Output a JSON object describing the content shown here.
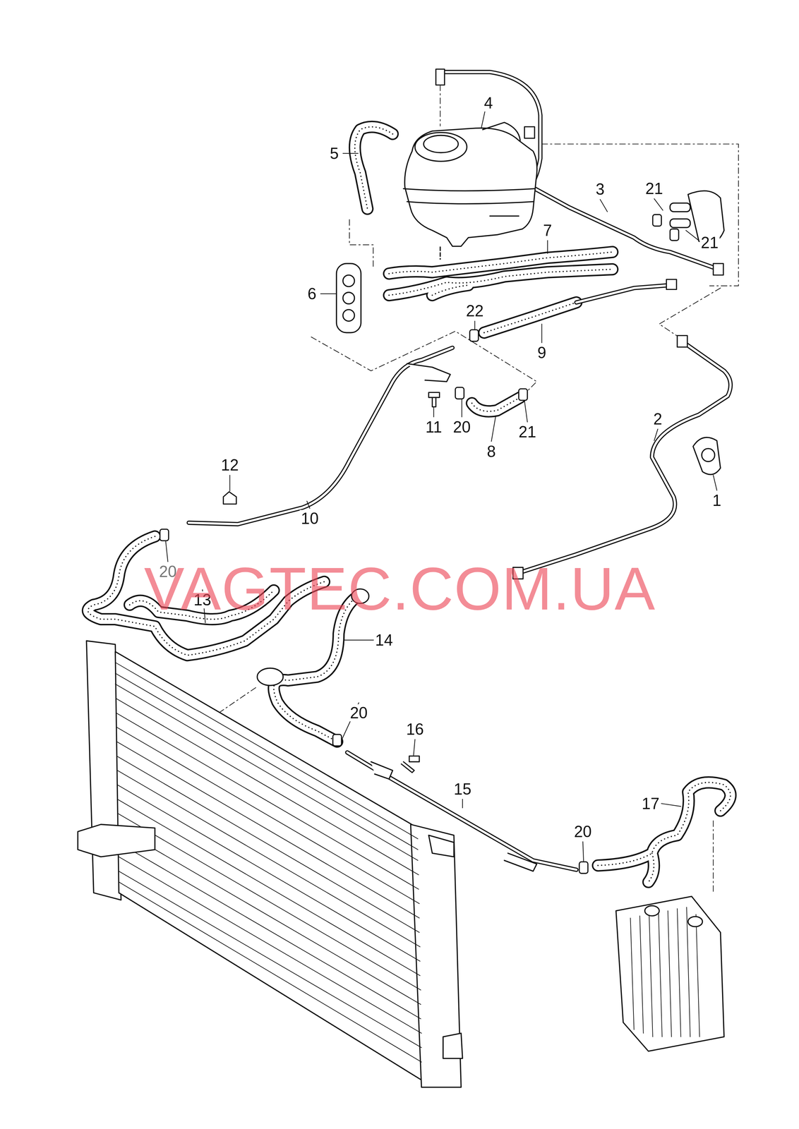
{
  "diagram": {
    "labels": [
      "4",
      "5",
      "3",
      "21",
      "21",
      "7",
      "6",
      "22",
      "9",
      "11",
      "20",
      "21",
      "8",
      "2",
      "1",
      "12",
      "10",
      "20",
      "13",
      "14",
      "20",
      "16",
      "15",
      "17",
      "20",
      "VAGTEC.COM.UA"
    ]
  }
}
